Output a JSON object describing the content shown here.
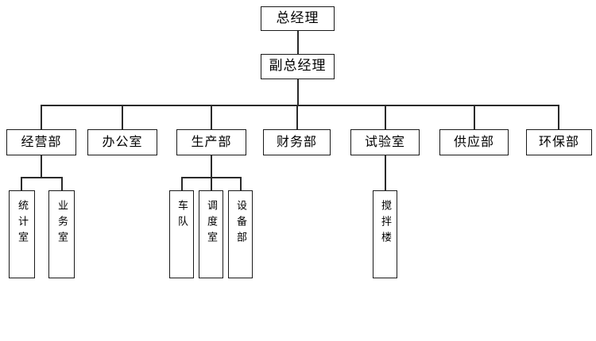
{
  "chart_data": {
    "type": "diagram",
    "title": "",
    "diagram_kind": "organizational-hierarchy-tree",
    "orientation": "top-down",
    "levels": 3,
    "nodes": [
      {
        "id": "gm",
        "label": "总经理",
        "level": 1
      },
      {
        "id": "dgm",
        "label": "副总经理",
        "level": 2
      },
      {
        "id": "d1",
        "label": "经营部",
        "level": 3
      },
      {
        "id": "d2",
        "label": "办公室",
        "level": 3
      },
      {
        "id": "d3",
        "label": "生产部",
        "level": 3
      },
      {
        "id": "d4",
        "label": "财务部",
        "level": 3
      },
      {
        "id": "d5",
        "label": "试验室",
        "level": 3
      },
      {
        "id": "d6",
        "label": "供应部",
        "level": 3
      },
      {
        "id": "d7",
        "label": "环保部",
        "level": 3
      },
      {
        "id": "s1",
        "label": "统计室",
        "level": 4
      },
      {
        "id": "s2",
        "label": "业务室",
        "level": 4
      },
      {
        "id": "s3",
        "label": "车队",
        "level": 4
      },
      {
        "id": "s4",
        "label": "调度室",
        "level": 4
      },
      {
        "id": "s5",
        "label": "设备部",
        "level": 4
      },
      {
        "id": "s6",
        "label": "搅拌楼",
        "level": 4
      }
    ],
    "edges": [
      {
        "from": "gm",
        "to": "dgm"
      },
      {
        "from": "dgm",
        "to": "d1"
      },
      {
        "from": "dgm",
        "to": "d2"
      },
      {
        "from": "dgm",
        "to": "d3"
      },
      {
        "from": "dgm",
        "to": "d4"
      },
      {
        "from": "dgm",
        "to": "d5"
      },
      {
        "from": "dgm",
        "to": "d6"
      },
      {
        "from": "dgm",
        "to": "d7"
      },
      {
        "from": "d1",
        "to": "s1"
      },
      {
        "from": "d1",
        "to": "s2"
      },
      {
        "from": "d3",
        "to": "s3"
      },
      {
        "from": "d3",
        "to": "s4"
      },
      {
        "from": "d3",
        "to": "s5"
      },
      {
        "from": "d5",
        "to": "s6"
      }
    ],
    "style": {
      "background": "#ffffff",
      "box_border": "#1a1a1a",
      "box_fill": "#ffffff",
      "connector": "#2a2a2a",
      "text": "#000000"
    }
  },
  "top": {
    "general_manager": "总经理",
    "deputy_general_manager": "副总经理"
  },
  "departments": [
    {
      "label": "经营部"
    },
    {
      "label": "办公室"
    },
    {
      "label": "生产部"
    },
    {
      "label": "财务部"
    },
    {
      "label": "试验室"
    },
    {
      "label": "供应部"
    },
    {
      "label": "环保部"
    }
  ],
  "subunits": {
    "operations": [
      {
        "label": "统计室"
      },
      {
        "label": "业务室"
      }
    ],
    "production": [
      {
        "label": "车队"
      },
      {
        "label": "调度室"
      },
      {
        "label": "设备部"
      }
    ],
    "laboratory": [
      {
        "label": "搅拌楼"
      }
    ]
  }
}
